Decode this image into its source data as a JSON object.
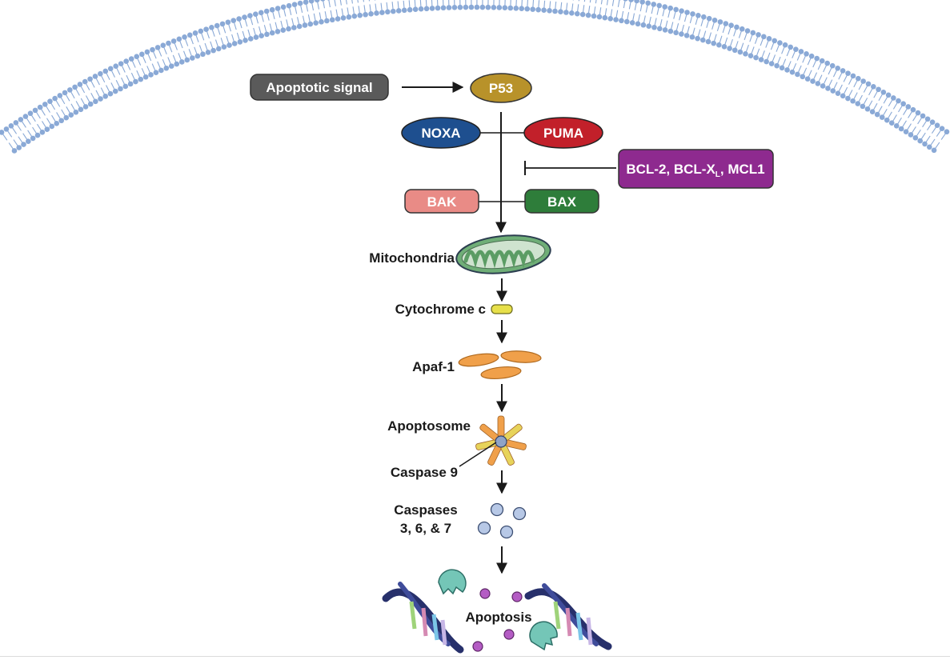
{
  "signal": {
    "label": "Apoptotic signal"
  },
  "p53": {
    "label": "P53"
  },
  "noxa": {
    "label": "NOXA"
  },
  "puma": {
    "label": "PUMA"
  },
  "inhibitors": {
    "label_main": "BCL-2, BCL-X",
    "label_sub": "L",
    "label_tail": ", MCL1"
  },
  "bak": {
    "label": "BAK"
  },
  "bax": {
    "label": "BAX"
  },
  "steps": {
    "mitochondria": "Mitochondria",
    "cytochrome": "Cytochrome c",
    "apaf": "Apaf-1",
    "apoptosome": "Apoptosome",
    "caspase9": "Caspase 9",
    "caspases_line1": "Caspases",
    "caspases_line2": "3, 6, & 7",
    "apoptosis": "Apoptosis"
  },
  "colors": {
    "membrane": "#8aa9d6",
    "signal": "#5a5a5a",
    "p53": "#b8922a",
    "noxa": "#1e4f8f",
    "puma": "#c2202a",
    "inhibitors": "#8e2a8f",
    "bak": "#e98b86",
    "bax": "#2e7d3a",
    "mitochondria": "#6fae77",
    "cytochrome": "#e7e04a",
    "apaf": "#f0a04a",
    "caspase": "#b7c8e6",
    "dna": "#27306b"
  }
}
